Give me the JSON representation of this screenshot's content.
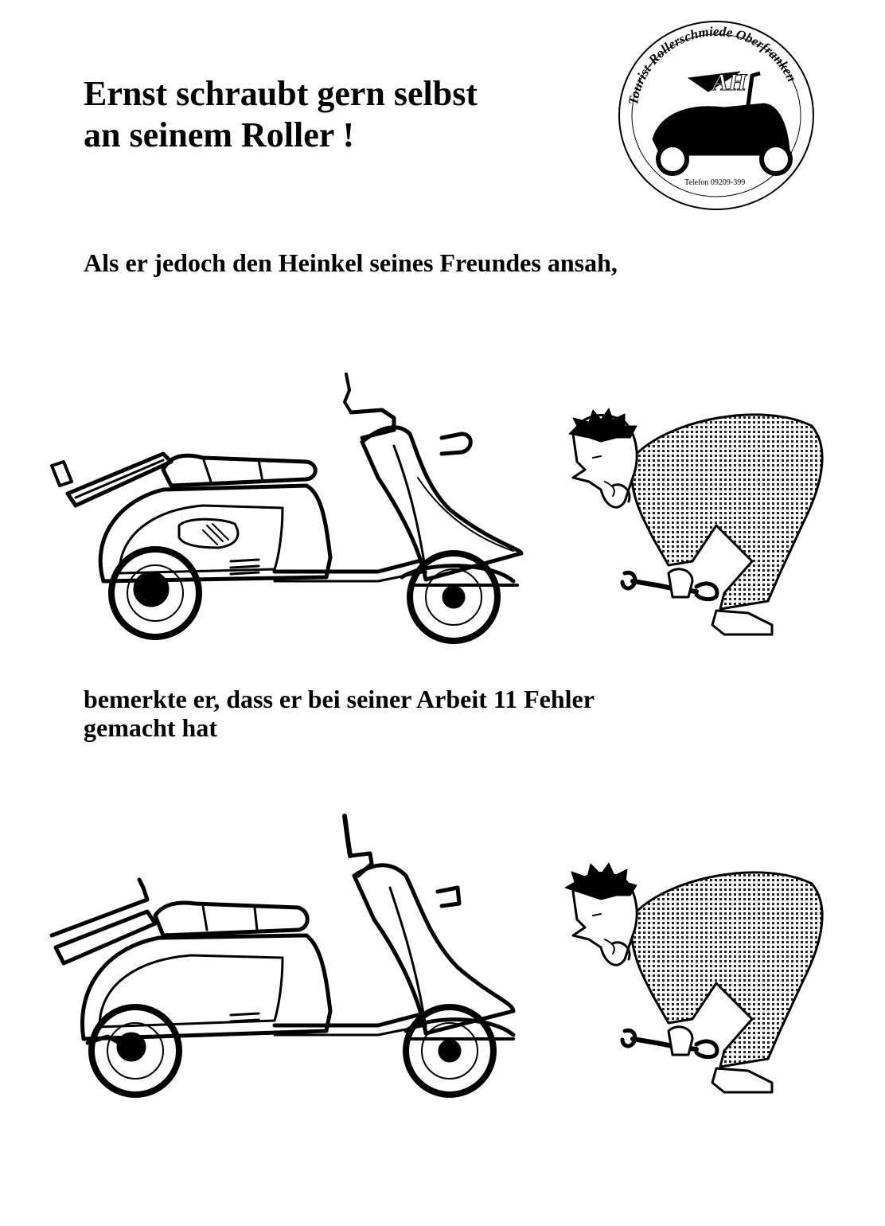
{
  "title": {
    "line1": "Ernst schraubt gern selbst",
    "line2": "an seinem Roller !"
  },
  "caption1": "Als er jedoch den Heinkel  seines Freundes ansah,",
  "caption2": {
    "line1": "bemerkte er, dass er bei seiner Arbeit   11   Fehler",
    "line2": "gemacht hat"
  },
  "logo": {
    "icon": "heinkel-scooter-workshop-logo",
    "text_top": "Tourist-Rollerschmiede Oberfranken",
    "text_phone": "Telefon 09209-399"
  },
  "illustrations": {
    "top_scooter": "scooter-original-icon",
    "top_mechanic": "mechanic-icon",
    "bottom_scooter": "scooter-modified-icon",
    "bottom_mechanic": "mechanic-icon"
  },
  "colors": {
    "ink": "#000000",
    "paper": "#ffffff"
  }
}
